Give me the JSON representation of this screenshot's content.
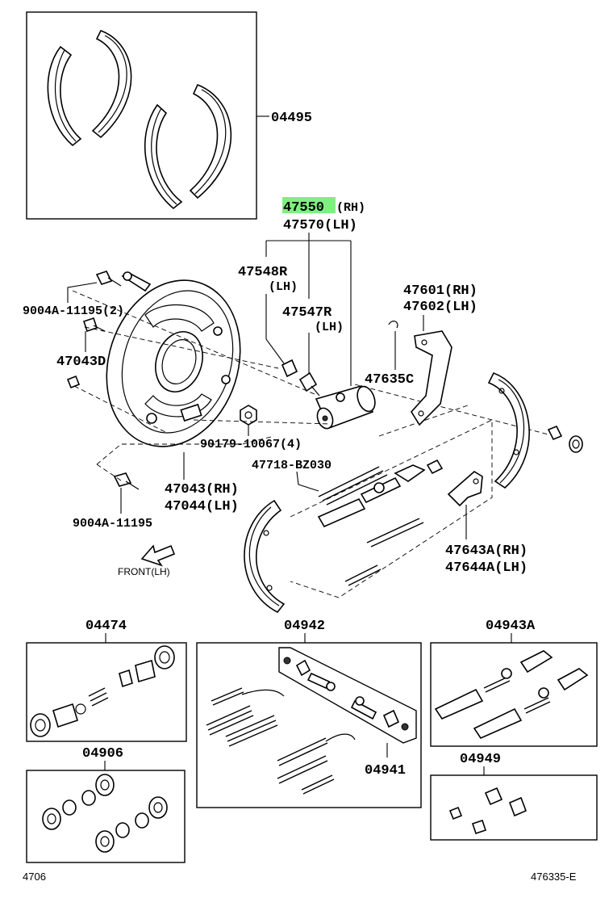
{
  "labels": {
    "shoe_kit": "04495",
    "cylinder_rh": "47550",
    "cylinder_rh_suffix": "(RH)",
    "cylinder_lh": "47570(LH)",
    "bleeder_a": "47548R",
    "bleeder_a_lh": "(LH)",
    "bleeder_b": "47547R",
    "bleeder_b_lh": "(LH)",
    "lever_rh": "47601(RH)",
    "lever_lh": "47602(LH)",
    "clip": "47635C",
    "bolt_top": "9004A-11195(2)",
    "plug": "47043D",
    "nut": "90179-10067(4)",
    "spring_part": "47718-BZ030",
    "plate_rh": "47043(RH)",
    "plate_lh": "47044(LH)",
    "bolt_bottom": "9004A-11195",
    "adjuster_rh": "47643A(RH)",
    "adjuster_lh": "47644A(LH)",
    "front": "FRONT(LH)",
    "cyl_kit": "04474",
    "spring_kit": "04942",
    "adjust_kit": "04943A",
    "seal_kit": "04906",
    "pin_kit": "04941",
    "plug_kit": "04949",
    "footer_left": "4706",
    "footer_right": "476335-E"
  },
  "colors": {
    "highlight": "#7ef07e",
    "ink": "#000000"
  }
}
